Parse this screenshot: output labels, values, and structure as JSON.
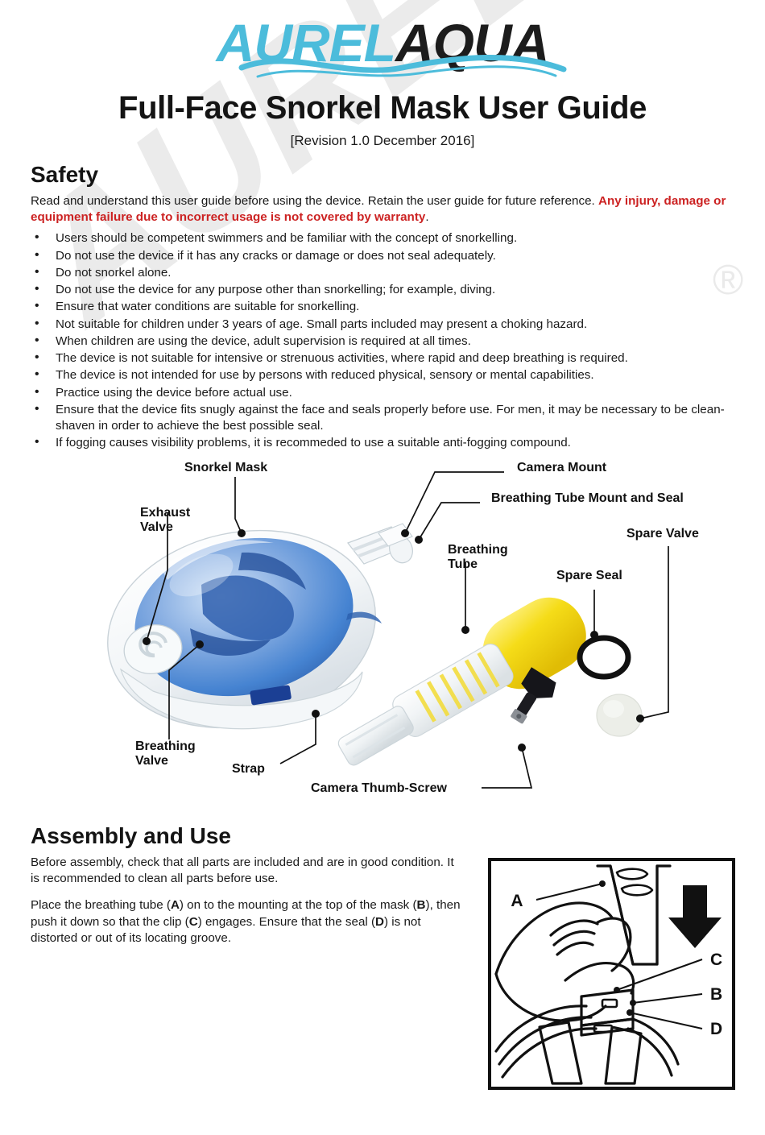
{
  "brand": {
    "logo_primary": "AUREL",
    "logo_secondary": "AQUA",
    "accent_color": "#4cbcdb",
    "dark_color": "#1c1c1c",
    "registered_mark": "®"
  },
  "header": {
    "title": "Full-Face Snorkel Mask User Guide",
    "revision": "[Revision 1.0 December 2016]"
  },
  "safety": {
    "heading": "Safety",
    "intro_plain": "Read and understand this user guide before using the device. Retain the user guide for future reference. ",
    "intro_warning": "Any injury, damage or equipment failure due to incorrect usage is not covered by warranty",
    "intro_end": ".",
    "warning_color": "#cc2222",
    "bullets": [
      "Users should be competent swimmers and be familiar with the concept of snorkelling.",
      "Do not use the device if it has any cracks or damage or does not seal adequately.",
      "Do not snorkel alone.",
      "Do not use the device for any purpose other than snorkelling; for example, diving.",
      "Ensure that water conditions are suitable for snorkelling.",
      "Not suitable for children under 3 years of age. Small parts included may present a choking hazard.",
      "When children are using the device, adult supervision is required at all times.",
      "The device is not suitable for intensive or strenuous activities, where rapid and deep breathing is required.",
      "The device is not intended for use by persons with reduced physical, sensory or mental capabilities.",
      "Practice using the device before actual use.",
      "Ensure that the device fits snugly against the face and seals properly before use. For men, it may be necessary to be clean-shaven in order to achieve the best possible seal.",
      "If fogging causes visibility problems, it is recommeded to use a suitable anti-fogging compound."
    ]
  },
  "diagram": {
    "callouts": [
      {
        "key": "snorkel_mask",
        "label": "Snorkel Mask"
      },
      {
        "key": "exhaust_valve",
        "label": "Exhaust\nValve"
      },
      {
        "key": "camera_mount",
        "label": "Camera Mount"
      },
      {
        "key": "tube_mount_seal",
        "label": "Breathing Tube Mount and Seal"
      },
      {
        "key": "breathing_tube",
        "label": "Breathing\nTube"
      },
      {
        "key": "spare_seal",
        "label": "Spare Seal"
      },
      {
        "key": "spare_valve",
        "label": "Spare Valve"
      },
      {
        "key": "breathing_valve",
        "label": "Breathing\nValve"
      },
      {
        "key": "strap",
        "label": "Strap"
      },
      {
        "key": "camera_thumb_screw",
        "label": "Camera Thumb-Screw"
      }
    ],
    "colors": {
      "mask_body": "#f5f7f9",
      "visor_blue": "#3f7fd0",
      "visor_light": "#a8c9ef",
      "strap_blue": "#1b3f94",
      "tube_yellow": "#f5dc18",
      "tube_clear": "#e7ecef",
      "thumbscrew_black": "#15151a",
      "seal_black": "#111111",
      "spare_valve_white": "#eceee8"
    }
  },
  "assembly": {
    "heading": "Assembly and Use",
    "paragraph_1": "Before assembly, check that all parts are included and are in good condition. It is recommended to clean all parts before use.",
    "paragraph_2_parts": [
      {
        "text": "Place the breathing tube (",
        "bold": false
      },
      {
        "text": "A",
        "bold": true
      },
      {
        "text": ") on to the mounting at the top of the mask (",
        "bold": false
      },
      {
        "text": "B",
        "bold": true
      },
      {
        "text": "), then push it down so that the clip (",
        "bold": false
      },
      {
        "text": "C",
        "bold": true
      },
      {
        "text": ") engages. Ensure that the seal (",
        "bold": false
      },
      {
        "text": "D",
        "bold": true
      },
      {
        "text": ") is not distorted or out of its locating groove.",
        "bold": false
      }
    ],
    "figure_labels": {
      "a": "A",
      "b": "B",
      "c": "C",
      "d": "D"
    }
  }
}
